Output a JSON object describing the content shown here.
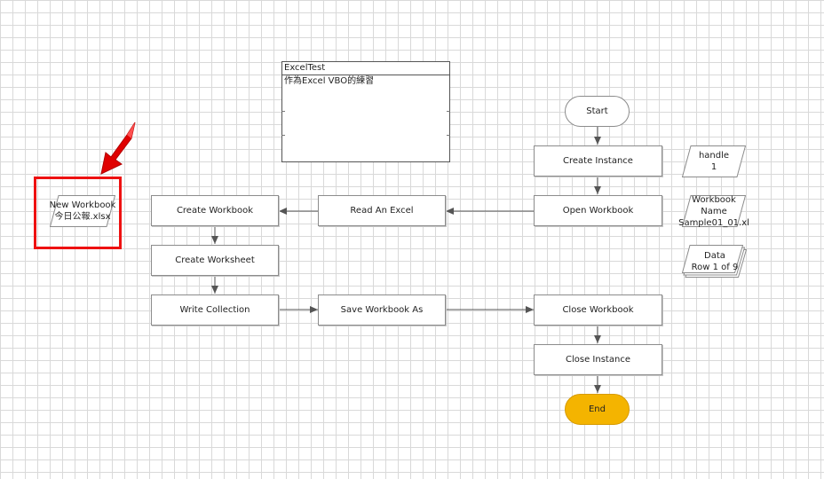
{
  "colors": {
    "grid": "#d9d9d9",
    "stage_border": "#8c8c8c",
    "end_fill": "#f4b400",
    "highlight": "#ee1111",
    "arrow": "#e00000"
  },
  "note": {
    "title": "ExcelTest",
    "description": "作為Excel VBO的練習"
  },
  "flow": {
    "start": "Start",
    "create_instance": "Create Instance",
    "open_workbook": "Open Workbook",
    "read_an_excel": "Read An Excel",
    "create_workbook": "Create Workbook",
    "create_worksheet": "Create Worksheet",
    "write_collection": "Write Collection",
    "save_workbook_as": "Save Workbook As",
    "close_workbook": "Close Workbook",
    "close_instance": "Close Instance",
    "end": "End"
  },
  "data_items": {
    "handle": {
      "name": "handle",
      "value": "1"
    },
    "workbook_name": {
      "line1": "Workbook",
      "line2": "Name",
      "value": "Sample01_01.xl"
    },
    "data": {
      "name": "Data",
      "value": "Row 1 of 9"
    },
    "new_workbook": {
      "name": "New Workbook",
      "value": "今日公報.xlsx"
    }
  },
  "annotation": {
    "icon": "red-pointer-arrow-icon"
  }
}
